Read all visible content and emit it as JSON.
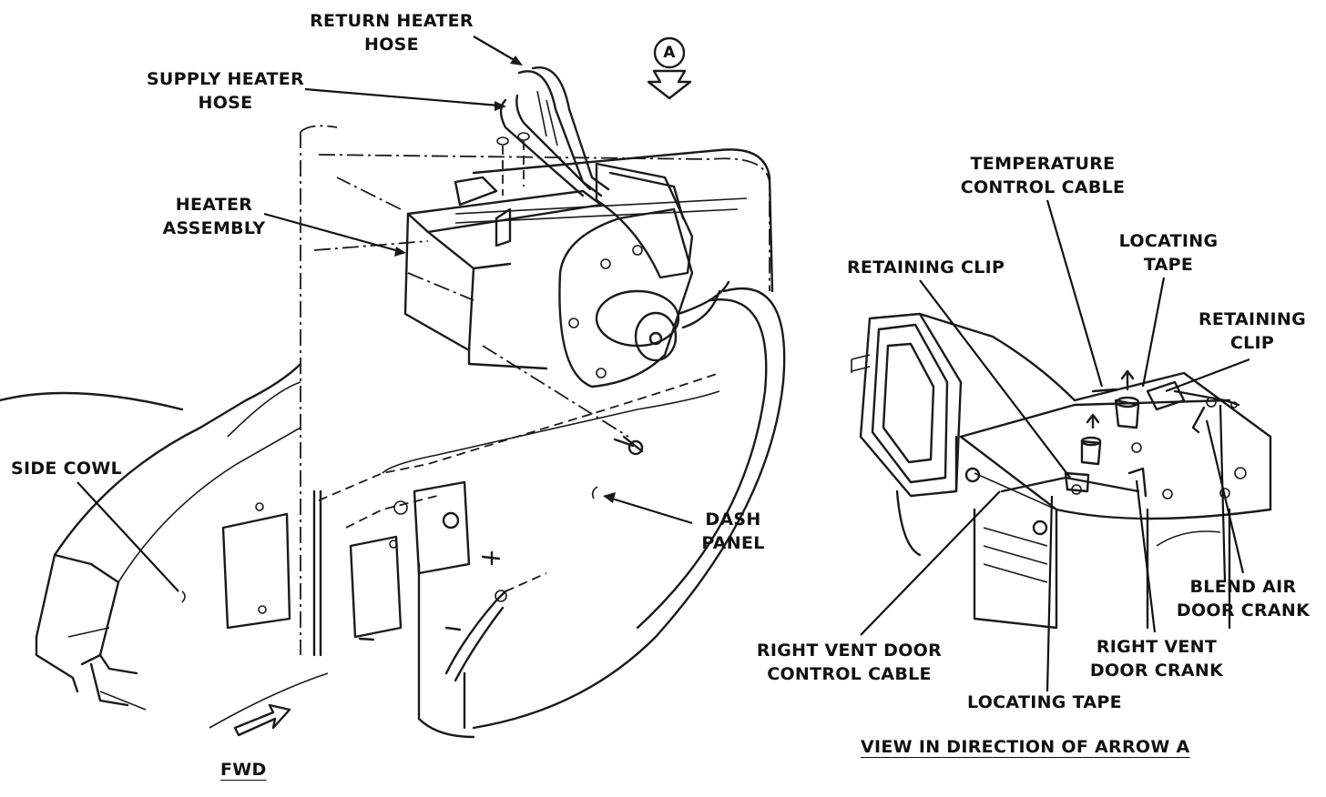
{
  "labels": {
    "return_heater_hose": [
      "RETURN HEATER",
      "HOSE"
    ],
    "supply_heater_hose": [
      "SUPPLY HEATER",
      "HOSE"
    ],
    "heater_assembly": [
      "HEATER",
      "ASSEMBLY"
    ],
    "arrow_a": "A",
    "side_cowl": "SIDE COWL",
    "dash_panel": [
      "DASH",
      "PANEL"
    ],
    "fwd": "FWD",
    "temperature_control_cable": [
      "TEMPERATURE",
      "CONTROL CABLE"
    ],
    "locating_tape_top": [
      "LOCATING",
      "TAPE"
    ],
    "retaining_clip_left": "RETAINING CLIP",
    "retaining_clip_right": [
      "RETAINING",
      "CLIP"
    ],
    "blend_air_door_crank": [
      "BLEND AIR",
      "DOOR CRANK"
    ],
    "right_vent_door_crank": [
      "RIGHT VENT",
      "DOOR CRANK"
    ],
    "right_vent_door_control_cable": [
      "RIGHT VENT DOOR",
      "CONTROL CABLE"
    ],
    "locating_tape_bottom": "LOCATING TAPE",
    "view_caption": "VIEW IN DIRECTION OF ARROW A"
  }
}
